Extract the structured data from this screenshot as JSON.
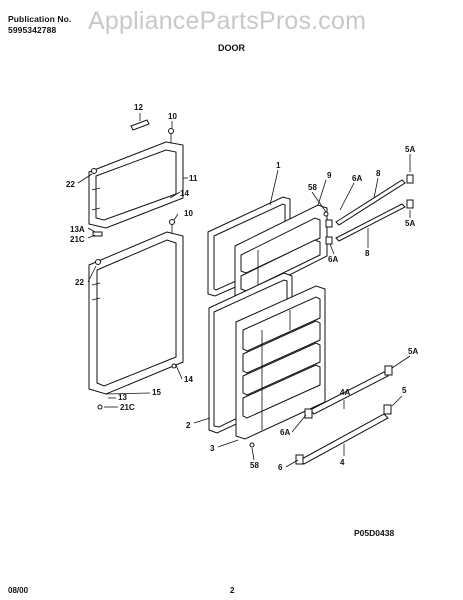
{
  "header": {
    "publication_label": "Publication No.",
    "publication_number": "5995342788",
    "watermark": "AppliancePartsPros.com",
    "section_title": "DOOR"
  },
  "figure_id": "P05D0438",
  "footer": {
    "date": "08/00",
    "page": "2"
  },
  "callouts": [
    "12",
    "10",
    "11",
    "22",
    "14",
    "13A",
    "21C",
    "10",
    "22",
    "14",
    "15",
    "13",
    "21C",
    "1",
    "9",
    "58",
    "6A",
    "8",
    "5A",
    "5A",
    "8",
    "6A",
    "2",
    "3",
    "58",
    "5A",
    "4A",
    "6A",
    "5",
    "4",
    "6"
  ]
}
